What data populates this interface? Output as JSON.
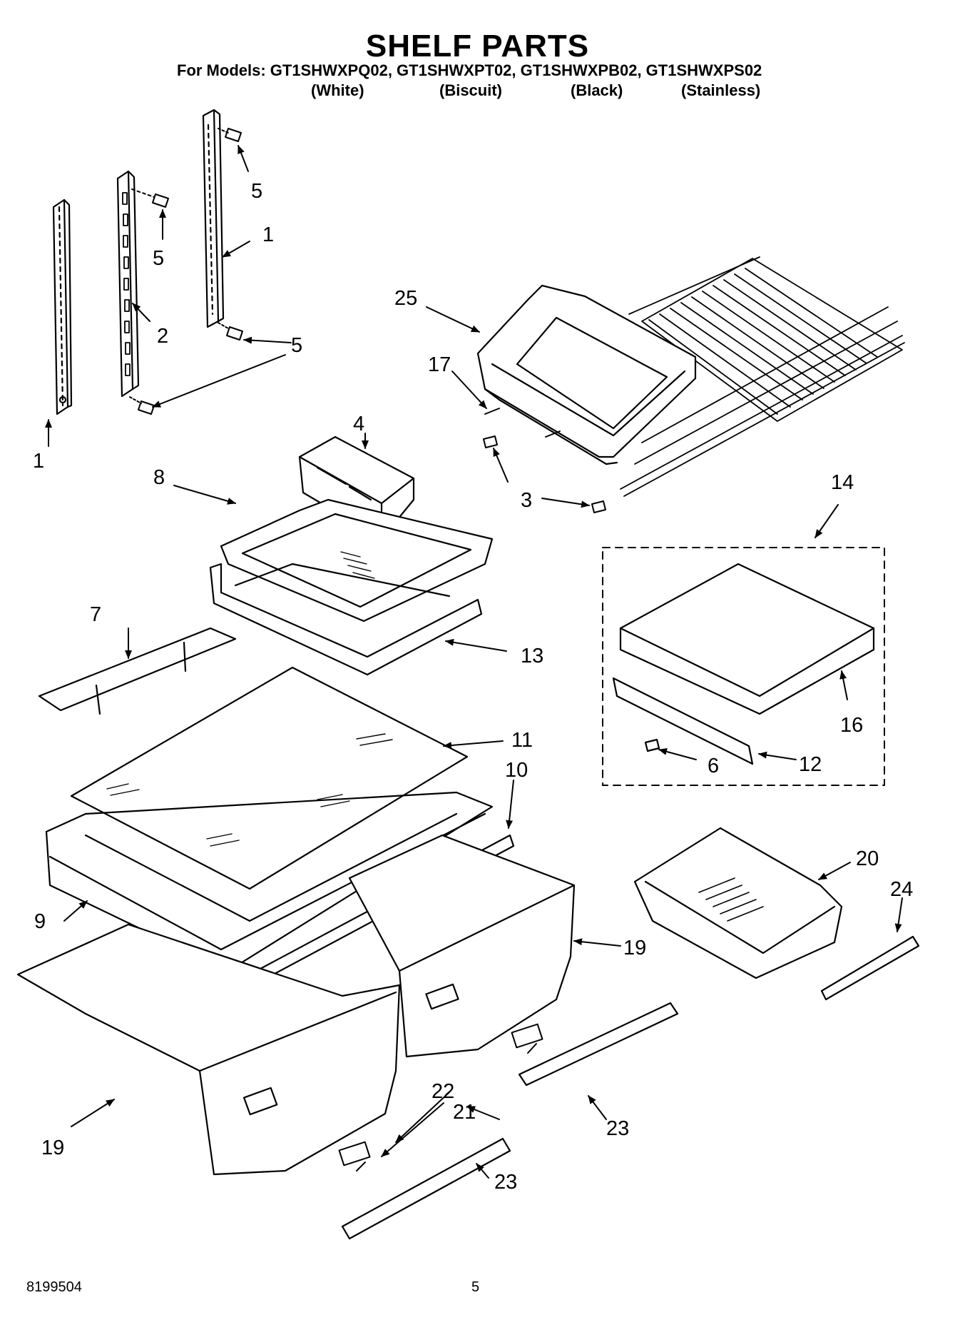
{
  "header": {
    "title": "SHELF PARTS",
    "models_line": "For Models: GT1SHWXPQ02, GT1SHWXPT02, GT1SHWXPB02, GT1SHWXPS02",
    "variants": [
      "(White)",
      "(Biscuit)",
      "(Black)",
      "(Stainless)"
    ]
  },
  "callouts": {
    "c1a": "1",
    "c1b": "1",
    "c2": "2",
    "c3": "3",
    "c4": "4",
    "c5a": "5",
    "c5b": "5",
    "c5c": "5",
    "c6": "6",
    "c7": "7",
    "c8": "8",
    "c9": "9",
    "c10": "10",
    "c11": "11",
    "c12": "12",
    "c13": "13",
    "c14": "14",
    "c16": "16",
    "c17": "17",
    "c19a": "19",
    "c19b": "19",
    "c20": "20",
    "c21": "21",
    "c22": "22",
    "c23a": "23",
    "c23b": "23",
    "c24": "24",
    "c25": "25"
  },
  "footer": {
    "doc_number": "8199504",
    "page_number": "5"
  }
}
